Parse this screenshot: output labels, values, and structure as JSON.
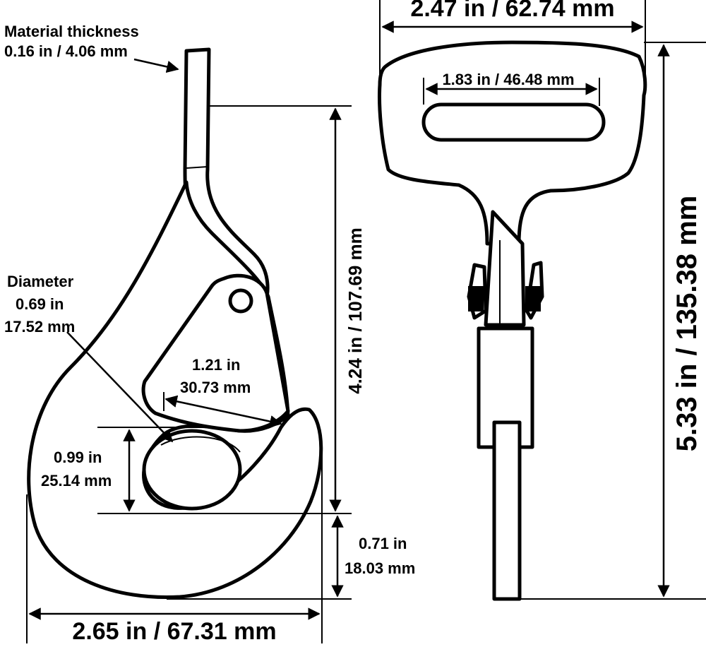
{
  "colors": {
    "stroke": "#000000",
    "background": "#ffffff"
  },
  "left_view": {
    "material_thickness_label": "Material thickness",
    "material_thickness_value": "0.16 in / 4.06 mm",
    "diameter_label": "Diameter",
    "diameter_in": "0.69 in",
    "diameter_mm": "17.52 mm",
    "gap_width_in": "1.21 in",
    "gap_width_mm": "30.73 mm",
    "throat_in": "0.99 in",
    "throat_mm": "25.14 mm",
    "height_to_throat": "4.24 in / 107.69 mm",
    "bottom_offset_in": "0.71 in",
    "bottom_offset_mm": "18.03 mm",
    "overall_width": "2.65 in / 67.31 mm"
  },
  "right_view": {
    "handle_width": "2.47 in / 62.74 mm",
    "slot_width": "1.83 in / 46.48 mm",
    "overall_height": "5.33 in / 135.38 mm"
  }
}
